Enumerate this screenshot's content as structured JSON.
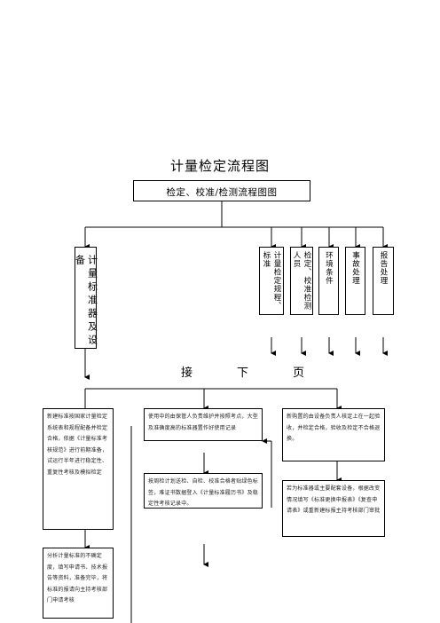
{
  "title": "计量检定流程图",
  "top_box": "检定、校准/检测流程图图",
  "left_box": "计量标准器及设备",
  "right_columns": [
    "计量检定规程、标准",
    "检定、校准检测人员",
    "环境条件",
    "事故处理",
    "报告处理"
  ],
  "continue_text": [
    "接",
    "下",
    "页"
  ],
  "boxes": {
    "left_top": "新建标准按国家计量检定系统表和规程配备并检定合格，依据《计量标准考核规范》进行前期准备，试运行半年进行稳定性、重复性考核及模拟检定",
    "left_bottom": "分析计量标准的不确定度，填写申请书、技术报告等资料，准备完毕，将标准的报请向主持考核部门申请考核",
    "mid_top": "使用中的由保管人负责维护并按照考点，大型及准确度高的标准器置作好使用记录",
    "mid_bottom": "按周检计划送检、自检、校准合格者贴绿色标签，难证书数据登入《计量标准履历书》及稳定性考核记录中。",
    "right_top": "新购置的由设备负责人核定上在一起验收，并检定合格，验收及检定不合格退换。",
    "right_bottom": "若为标准器或主要配套设备，根据改变情况填写《标准更换申报表》《复查申请表》或重新建标报主持考核部门审批"
  }
}
